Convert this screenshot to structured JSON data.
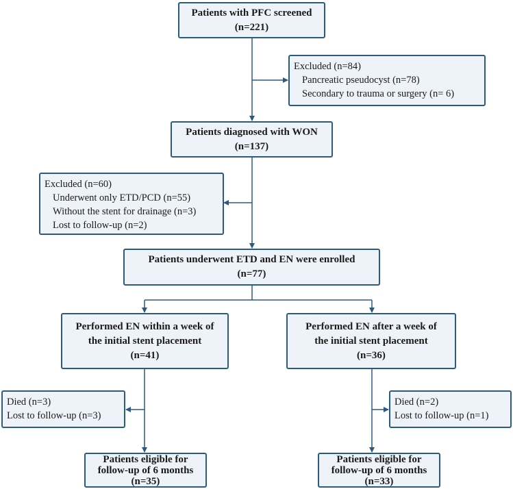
{
  "nodes": {
    "screened": {
      "lines": [
        "Patients with PFC screened",
        "(n=221)"
      ]
    },
    "excluded1": {
      "title": "Excluded (n=84)",
      "items": [
        "Pancreatic pseudocyst (n=78)",
        "Secondary to trauma or surgery (n= 6)"
      ]
    },
    "won": {
      "lines": [
        "Patients diagnosed with WON",
        "(n=137)"
      ]
    },
    "excluded2": {
      "title": "Excluded (n=60)",
      "items": [
        "Underwent only ETD/PCD (n=55)",
        "Without the stent for drainage (n=3)",
        "Lost to follow-up (n=2)"
      ]
    },
    "enrolled": {
      "lines": [
        "Patients underwent ETD and EN were enrolled",
        "(n=77)"
      ]
    },
    "early": {
      "lines": [
        "Performed EN within a week of",
        "the initial stent placement",
        "(n=41)"
      ]
    },
    "late": {
      "lines": [
        "Performed EN after a week of",
        "the initial stent placement",
        "(n=36)"
      ]
    },
    "died_left": {
      "lines": [
        "Died (n=3)",
        "Lost to follow-up (n=3)"
      ]
    },
    "died_right": {
      "lines": [
        "Died (n=2)",
        "Lost to follow-up (n=1)"
      ]
    },
    "eligible_left": {
      "lines": [
        "Patients eligible for",
        "follow-up of 6 months",
        "(n=35)"
      ]
    },
    "eligible_right": {
      "lines": [
        "Patients eligible for",
        "follow-up of 6 months",
        "(n=33)"
      ]
    }
  },
  "colors": {
    "border": "#2a5a80",
    "fill": "#eef3f9",
    "arrow": "#2a5a80"
  }
}
